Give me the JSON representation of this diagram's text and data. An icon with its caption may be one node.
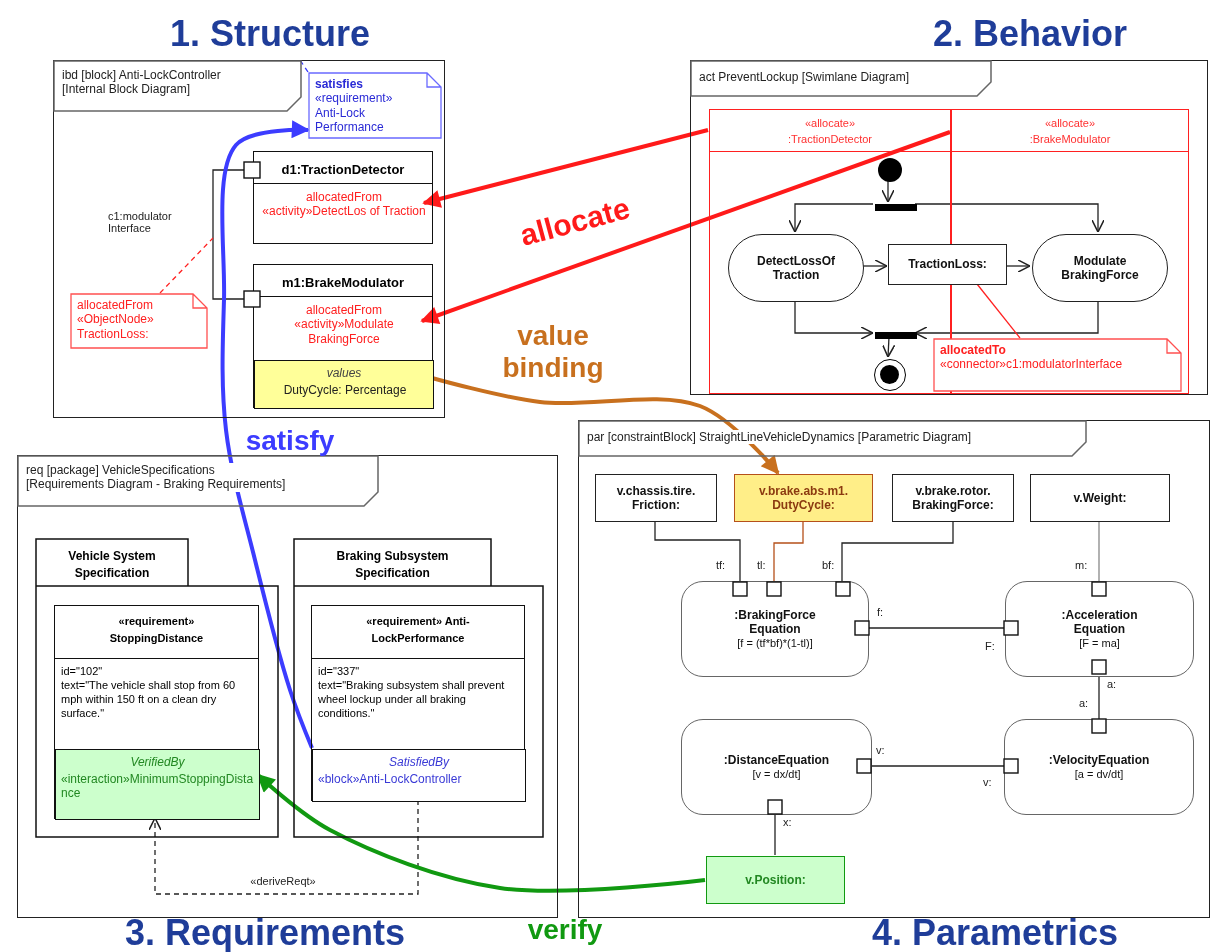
{
  "diagram": {
    "nodes": [
      {
        "text": [
          "ibd [block] Anti-LockController [Internal Block Diagram]"
        ]
      },
      {
        "text": [
          "**satisfies** «requirement» Anti-Lock Performance"
        ],
        "in": 0
      },
      {
        "text": [
          "d1:TractionDetector",
          "allocatedFrom «activity»DetectLos of Traction"
        ],
        "in": 0
      },
      {
        "text": [
          "m1:BrakeModulator",
          "allocatedFrom «activity»Modulate BrakingForce"
        ],
        "in": 0
      },
      {
        "text": [
          "values",
          "DutyCycle: Percentage"
        ],
        "in": 3
      },
      {
        "text": [
          "allocatedFrom «ObjectNode» TractionLoss:"
        ],
        "in": 0
      },
      {
        "text": [
          "act PreventLockup [Swimlane Diagram]"
        ]
      },
      {
        "text": [
          "«allocate» :TractionDetector"
        ],
        "in": 6
      },
      {
        "text": [
          "«allocate» :BrakeModulator"
        ],
        "in": 6
      },
      {
        "text": [],
        "shape": "circle",
        "in": 7
      },
      {
        "text": [],
        "shape": "bar",
        "in": 7
      },
      {
        "text": [
          "DetectLossOf Traction"
        ],
        "in": 7
      },
      {
        "text": [
          "TractionLoss:"
        ],
        "in": 6
      },
      {
        "text": [
          "Modulate BrakingForce"
        ],
        "in": 8
      },
      {
        "text": [],
        "shape": "bar",
        "in": 7
      },
      {
        "text": [],
        "shape": "bullseye",
        "in": 7
      },
      {
        "text": [
          "**allocatedTo** «connector»c1:modulatorInterface"
        ],
        "in": 6
      },
      {
        "text": [
          "req [package] VehicleSpecifications [Requirements Diagram - Braking Requirements]"
        ]
      },
      {
        "text": [
          "Vehicle System Specification"
        ],
        "in": 17
      },
      {
        "text": [
          "Braking Subsystem Specification"
        ],
        "in": 17
      },
      {
        "text": [
          "«requirement» StoppingDistance",
          "id=\"102\"",
          "text=\"The vehicle shall stop from 60 mph within 150 ft on a clean dry surface.\""
        ],
        "in": 18
      },
      {
        "text": [
          "VerifiedBy",
          "«interaction»MinimumStoppingDistance"
        ],
        "in": 20
      },
      {
        "text": [
          "«requirement» Anti-LockPerformance",
          "id=\"337\"",
          "text=\"Braking subsystem shall prevent wheel lockup under all braking conditions.\""
        ],
        "in": 19
      },
      {
        "text": [
          "SatisfiedBy",
          "«block»Anti-LockController"
        ],
        "in": 22
      },
      {
        "text": [
          "par [constraintBlock] StraightLineVehicleDynamics [Parametric Diagram]"
        ]
      },
      {
        "text": [
          "v.chassis.tire. Friction:"
        ],
        "in": 24
      },
      {
        "text": [
          "v.brake.abs.m1. DutyCycle:"
        ],
        "in": 24
      },
      {
        "text": [
          "v.brake.rotor. BrakingForce:"
        ],
        "in": 24
      },
      {
        "text": [
          "v.Weight:"
        ],
        "in": 24
      },
      {
        "text": [
          ":BrakingForce Equation",
          "[f = (tf*bf)*(1-tl)]"
        ],
        "in": 24
      },
      {
        "text": [
          ":Acceleration Equation",
          "[F = ma]"
        ],
        "in": 24
      },
      {
        "text": [
          ":DistanceEquation",
          "[v = dx/dt]"
        ],
        "in": 24
      },
      {
        "text": [
          ":VelocityEquation",
          "[a = dv/dt]"
        ],
        "in": 24
      },
      {
        "text": [
          "v.Position:"
        ],
        "in": 24
      }
    ],
    "edges": [
      {
        "from": 2,
        "to": 3,
        "arrow": "none",
        "label": "c1:modulator Interface"
      },
      {
        "from": 5,
        "to": null,
        "arrow": "none",
        "style": "dashed",
        "color": "#ff2020"
      },
      {
        "from": 1,
        "to": 0,
        "arrow": "none",
        "style": "dashed",
        "color": "#3333ff"
      },
      {
        "from": 9,
        "to": 10,
        "arrow": "to"
      },
      {
        "from": 10,
        "to": 11,
        "arrow": "to"
      },
      {
        "from": 10,
        "to": 13,
        "arrow": "to"
      },
      {
        "from": 11,
        "to": 12,
        "arrow": "to"
      },
      {
        "from": 12,
        "to": 13,
        "arrow": "to"
      },
      {
        "from": 11,
        "to": 14,
        "arrow": "to"
      },
      {
        "from": 13,
        "to": 14,
        "arrow": "to"
      },
      {
        "from": 14,
        "to": 15,
        "arrow": "to"
      },
      {
        "from": 16,
        "to": 12,
        "arrow": "none",
        "color": "#ff2020"
      },
      {
        "from": 23,
        "to": 21,
        "arrow": "to",
        "style": "dashed",
        "label": "«deriveReqt»"
      },
      {
        "from": 25,
        "to": 29,
        "arrow": "none"
      },
      {
        "from": 26,
        "to": 29,
        "arrow": "none",
        "color": "#b5501a"
      },
      {
        "from": 27,
        "to": 29,
        "arrow": "none"
      },
      {
        "from": 28,
        "to": 30,
        "arrow": "none",
        "color": "#888888"
      },
      {
        "from": 29,
        "to": 30,
        "arrow": "none"
      },
      {
        "from": 30,
        "to": 32,
        "arrow": "none"
      },
      {
        "from": 32,
        "to": 31,
        "arrow": "none"
      },
      {
        "from": 31,
        "to": 33,
        "arrow": "none"
      },
      {
        "from": 7,
        "to": 2,
        "arrow": "to",
        "style": "thick",
        "color": "#ff1a1a",
        "label": "allocate"
      },
      {
        "from": 8,
        "to": 3,
        "arrow": "to",
        "style": "thick",
        "color": "#ff1a1a"
      },
      {
        "from": 4,
        "to": 26,
        "arrow": "to",
        "style": "thick",
        "color": "#c8701e",
        "label": "value binding"
      },
      {
        "from": 23,
        "to": 1,
        "arrow": "to",
        "style": "thick",
        "color": "#3c3cff",
        "label": "satisfy"
      },
      {
        "from": 33,
        "to": 21,
        "arrow": "to",
        "style": "thick",
        "color": "#119911",
        "label": "verify"
      }
    ],
    "labels": [
      "1. Structure",
      "2. Behavior",
      "tf:",
      "tl:",
      "bf:",
      "m:",
      "f:",
      "F:",
      "a:",
      "a:",
      "v:",
      "v:",
      "x:",
      "3. Requirements",
      "4. Parametrics"
    ]
  }
}
